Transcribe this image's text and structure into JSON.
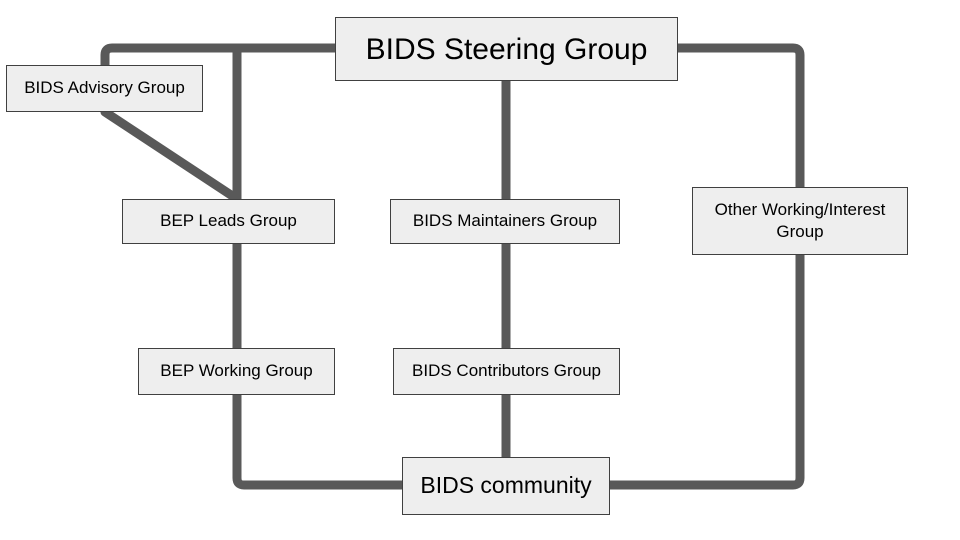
{
  "colors": {
    "background": "#ffffff",
    "connector": "#595959",
    "node_fill": "#eeeeee",
    "node_border": "#404040",
    "text": "#000000"
  },
  "diagram": {
    "nodes": {
      "steering": {
        "label": "BIDS Steering Group"
      },
      "advisory": {
        "label": "BIDS Advisory Group"
      },
      "bep_leads": {
        "label": "BEP Leads Group"
      },
      "maintainers": {
        "label": "BIDS Maintainers Group"
      },
      "other": {
        "label": "Other Working/Interest Group"
      },
      "bep_working": {
        "label": "BEP Working Group"
      },
      "contributors": {
        "label": "BIDS Contributors Group"
      },
      "community": {
        "label": "BIDS community"
      }
    },
    "connections": [
      "BIDS Steering Group - BIDS Advisory Group",
      "BIDS Advisory Group - BEP Leads Group",
      "BIDS Steering Group - BEP Leads Group - BEP Working Group - BIDS community",
      "BIDS Steering Group - BIDS Maintainers Group - BIDS Contributors Group - BIDS community",
      "BIDS Steering Group - Other Working/Interest Group - BIDS community"
    ]
  }
}
